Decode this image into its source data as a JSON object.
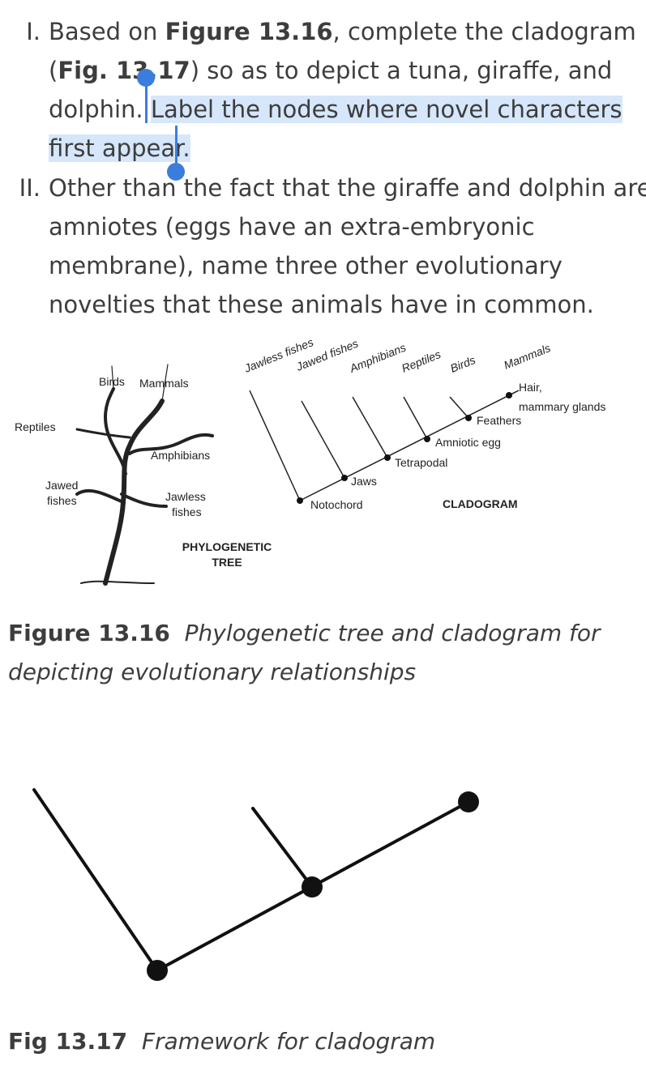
{
  "questions": {
    "q1": {
      "number": "I.",
      "line1_pre": "Based on ",
      "line1_bold": "Figure 13.16",
      "line1_post": ", complete the cladogram",
      "line2_bold": "Fig. 13.17",
      "line2_pre": "(",
      "line2_post": ") so as to depict a tuna, giraffe, and",
      "line3_plain": "dolphin. ",
      "line3_selected": "Label the nodes where novel characters",
      "line4_selected": "first appear."
    },
    "q2": {
      "number": "II.",
      "line1": "Other than the fact that the giraffe and dolphin are",
      "line2": "amniotes (eggs have an extra-embryonic",
      "line3": "membrane), name three other evolutionary",
      "line4": "novelties that these animals have in common."
    }
  },
  "figure_13_16": {
    "tree": {
      "labels": {
        "birds": "Birds",
        "mammals": "Mammals",
        "reptiles": "Reptiles",
        "amphibians": "Amphibians",
        "jawed_fishes": "Jawed\nfishes",
        "jawed_line1": "Jawed",
        "jawed_line2": "fishes",
        "jawless_line1": "Jawless",
        "jawless_line2": "fishes"
      },
      "title_line1": "PHYLOGENETIC",
      "title_line2": "TREE"
    },
    "cladogram": {
      "taxa": [
        "Jawless fishes",
        "Jawed fishes",
        "Amphibians",
        "Reptiles",
        "Birds",
        "Mammals"
      ],
      "nodes": {
        "notochord": "Notochord",
        "jaws": "Jaws",
        "tetrapodal": "Tetrapodal",
        "amniotic_egg": "Amniotic egg",
        "feathers": "Feathers",
        "hair_line1": "Hair,",
        "hair_line2": "mammary glands"
      },
      "title": "CLADOGRAM"
    },
    "caption_bold": "Figure 13.16",
    "caption_italic_line1": "Phylogenetic tree and cladogram for",
    "caption_italic_line2": "depicting evolutionary relationships"
  },
  "figure_13_17": {
    "caption_bold": "Fig 13.17",
    "caption_italic": "Framework for cladogram"
  },
  "colors": {
    "selection": "#d6e6fb",
    "handle": "#3b7ddd",
    "text": "#3d3d3d"
  }
}
